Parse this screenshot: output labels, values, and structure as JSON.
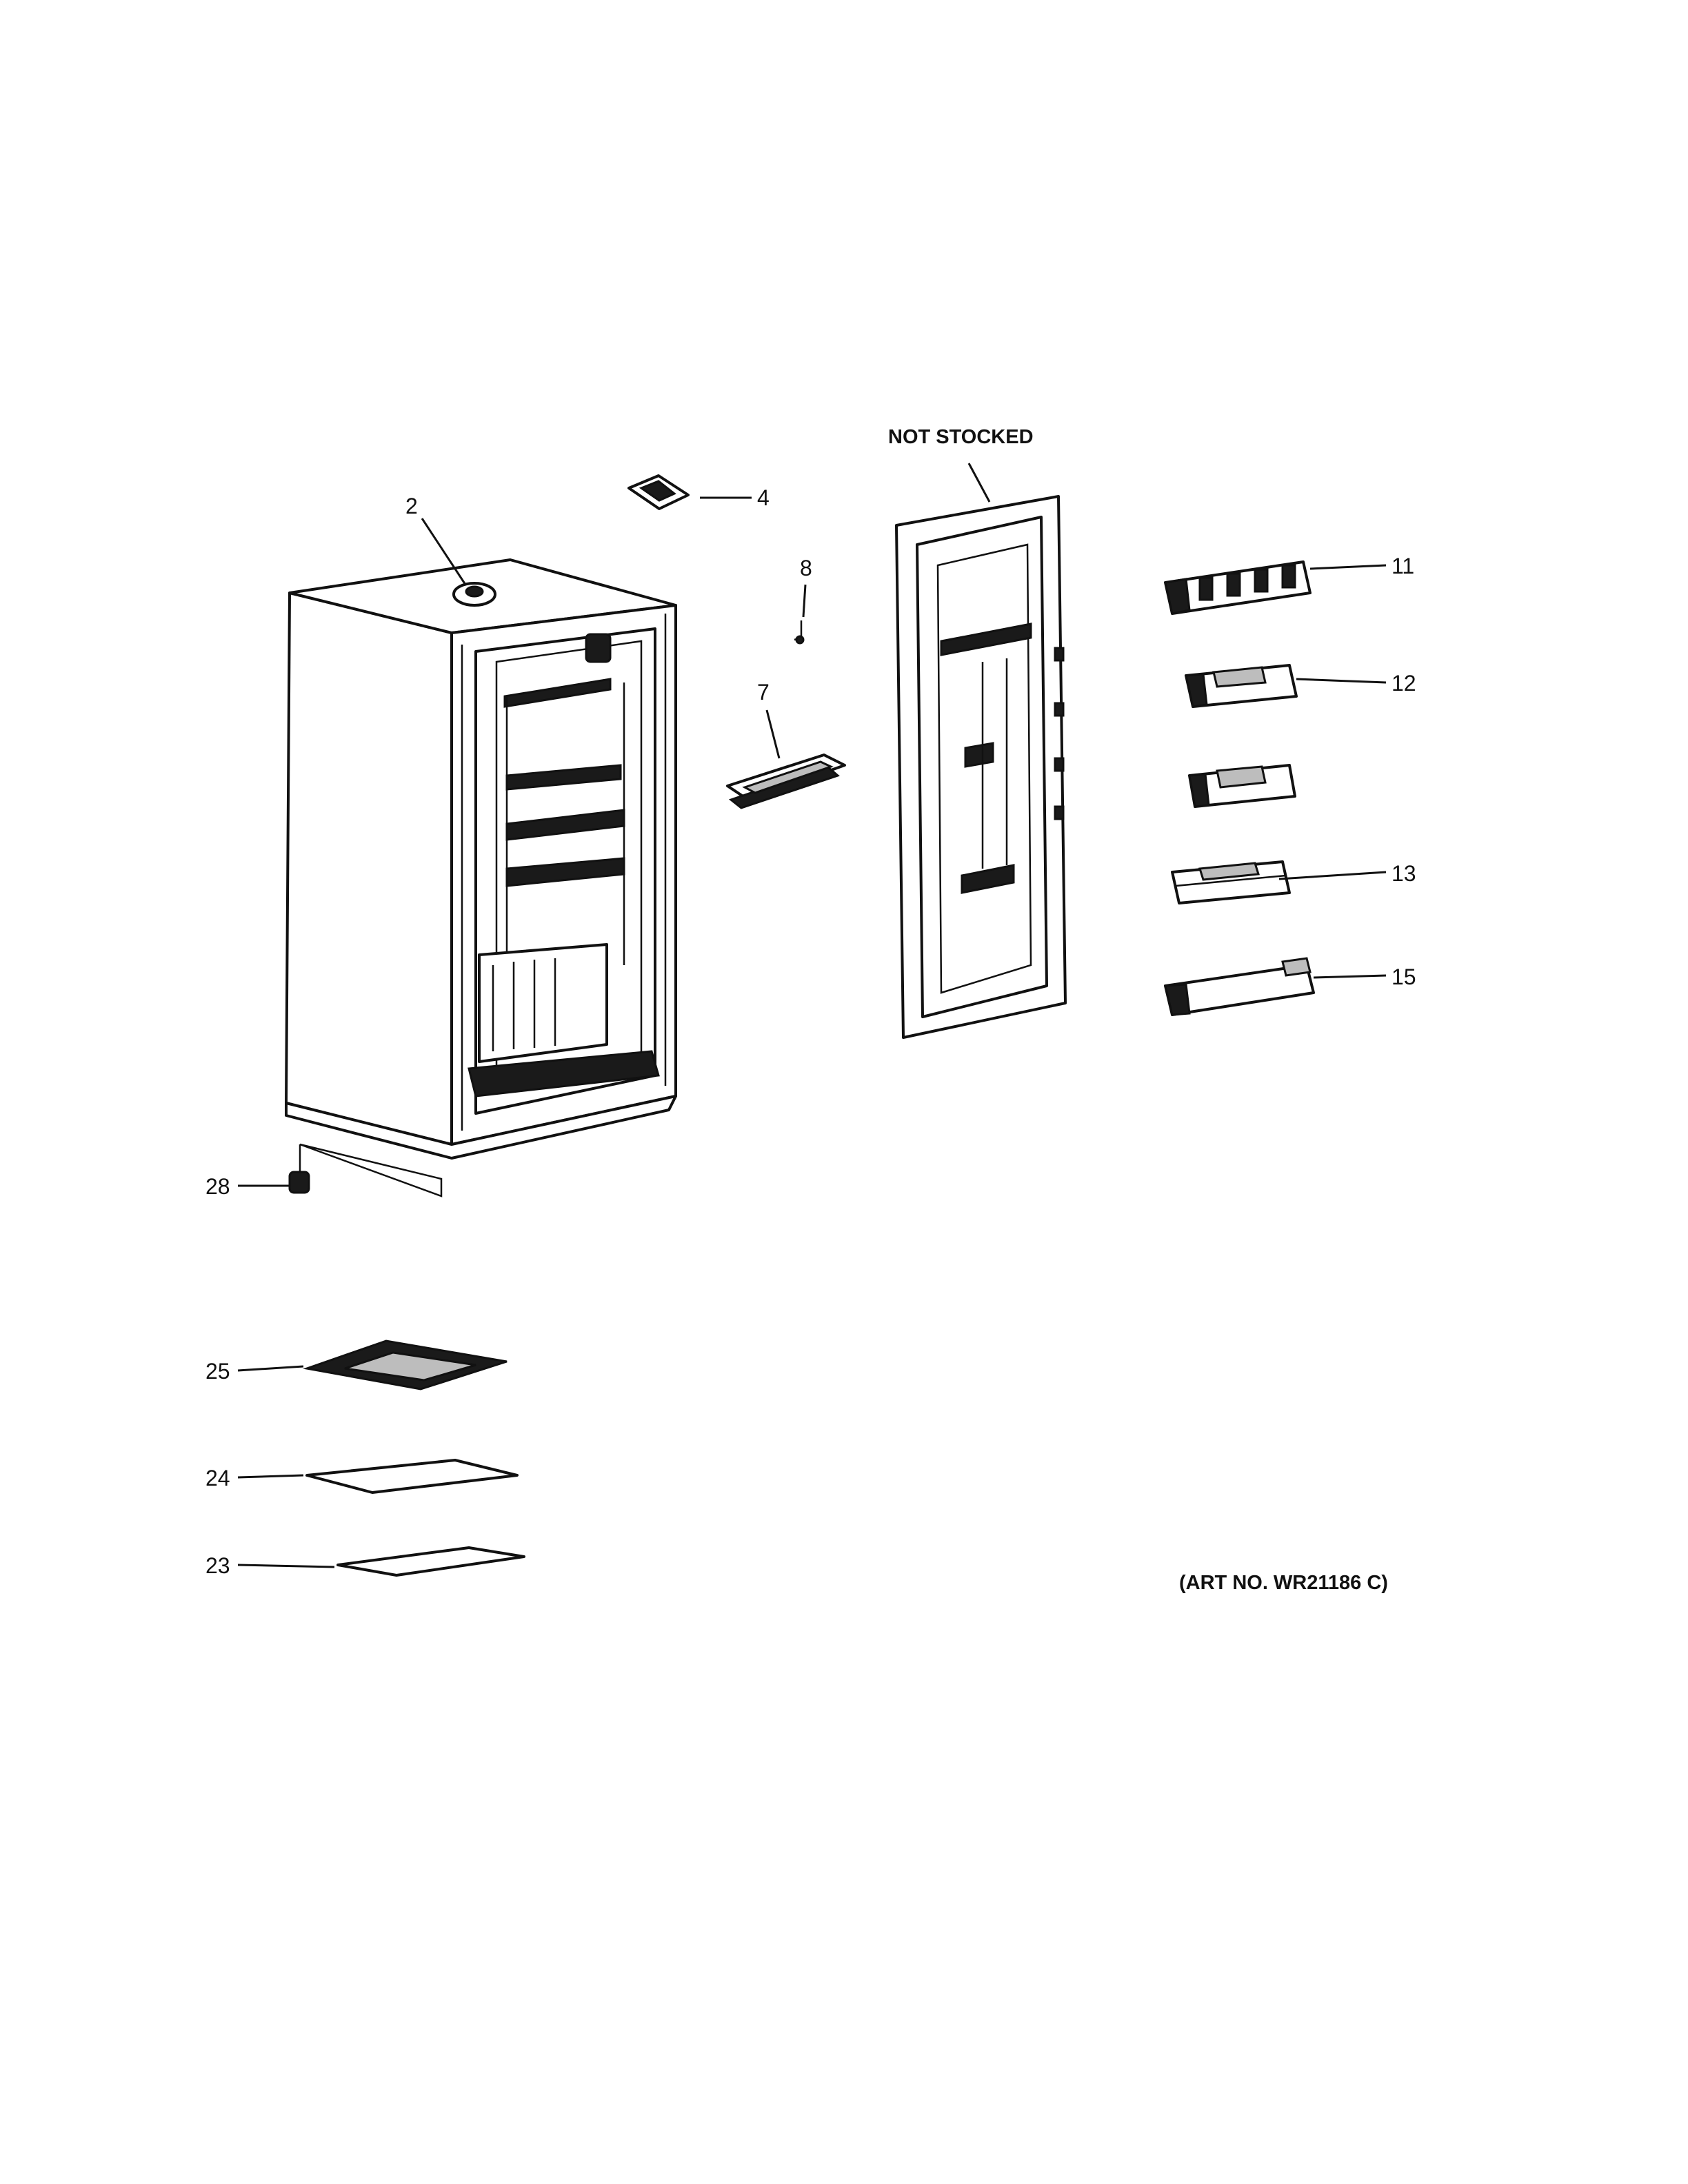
{
  "diagram": {
    "note_not_stocked": "NOT STOCKED",
    "art_number": "(ART NO. WR21186 C)",
    "callouts": {
      "c2": "2",
      "c4": "4",
      "c7": "7",
      "c8": "8",
      "c11": "11",
      "c12": "12",
      "c13": "13",
      "c15": "15",
      "c23": "23",
      "c24": "24",
      "c25": "25",
      "c28": "28"
    }
  }
}
